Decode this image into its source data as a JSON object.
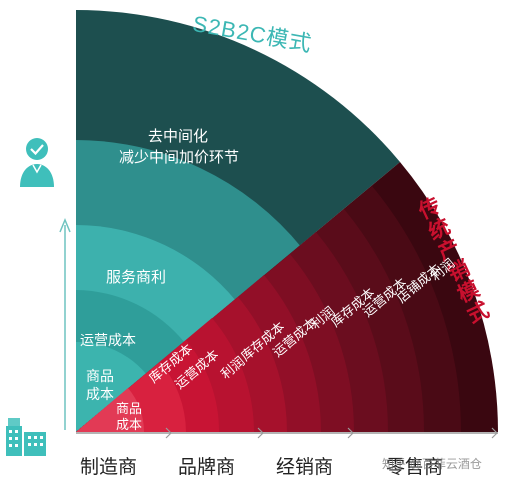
{
  "titles": {
    "s2b2c": "S2B2C模式",
    "traditional": "传统产销模式"
  },
  "s2b2c_labels": {
    "remove_middle": "去中间化",
    "reduce_markup": "减少中间加价环节",
    "service_profit": "服务商利",
    "operating_cost": "运营成本",
    "product_cost_1": "商品",
    "product_cost_2": "成本"
  },
  "traditional_labels": {
    "product_cost_1": "商品",
    "product_cost_2": "成本",
    "b2_inventory": "库存成本",
    "b2_operating": "运营成本",
    "b2_profit": "利润",
    "b3_inventory": "库存成本",
    "b3_operating": "运营成本",
    "b3_profit": "利润",
    "b4_inventory": "库存成本",
    "b4_operating": "运营成本",
    "b4_store": "店铺成本",
    "b4_profit": "利润"
  },
  "axis": {
    "stages": [
      "制造商",
      "品牌商",
      "经销商",
      "零售商"
    ]
  },
  "watermark": "知乎 @百菲云酒仓",
  "icons": [
    "person-check-icon",
    "buildings-icon"
  ],
  "colors": {
    "teal_dark": "#1d4f4f",
    "teal_mid": "#2f8f8d",
    "teal_light": "#3fb5b0",
    "crimson": "#c81434",
    "wine_dark": "#3a0710",
    "title_teal": "#3cb7b4",
    "title_red": "#c8102e"
  }
}
